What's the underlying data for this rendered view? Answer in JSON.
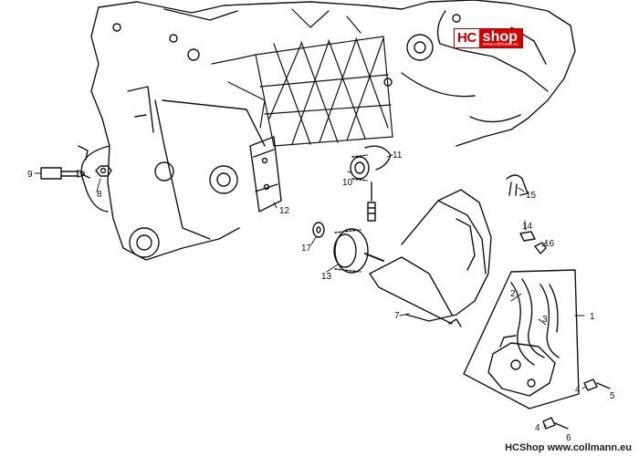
{
  "logo": {
    "hc": "HC",
    "shop": "shop",
    "small": "www.collmann.eu"
  },
  "footer": "HCShop www.collmann.eu",
  "callouts": [
    "1",
    "2",
    "3",
    "4",
    "4",
    "5",
    "6",
    "7",
    "8",
    "9",
    "10",
    "11",
    "12",
    "13",
    "14",
    "15",
    "16",
    "17"
  ]
}
